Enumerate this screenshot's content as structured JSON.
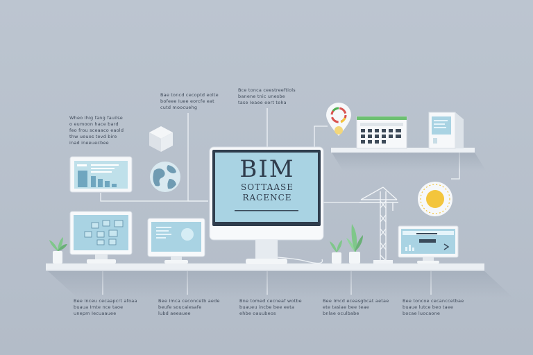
{
  "main_monitor": {
    "title": "BIM",
    "line1": "SOTTAASE",
    "line2": "RACENCE"
  },
  "captions": {
    "top_left": [
      "Wheo Ihig fang fauilse",
      "o eumoon hace bard",
      "feo frou sceaaco eaold",
      "thw ueuos tevd bire",
      "inad ineeuecbee"
    ],
    "top_center": [
      "Bae toncd cecoptd eolte",
      "bofeee Iuee eorcfe eat",
      "cutd moocuehg"
    ],
    "top_right": [
      "Bce tonca ceestreeftiols",
      "banene tnic unesbe",
      "tase Ieaee eort teha"
    ],
    "bottom_1": [
      "Bee Inceu cecaapcrt afoaa",
      "buaua Imte nce taoe",
      "unepm Iecuaauee"
    ],
    "bottom_2": [
      "Bee Imca ceconcetb aede",
      "beufe soucaiesafe",
      "lubd aeeauee"
    ],
    "bottom_3": [
      "Bne tomed cecneaf wotbe",
      "buaueu incbe bee eeta",
      "ehbe oauubeos"
    ],
    "bottom_4": [
      "Bee Imcd eceasgbcat aetae",
      "ete tasiae bee teae",
      "bnlae oculbabe"
    ],
    "bottom_5": [
      "Bee toncoe cecanccetbae",
      "buaue lutce beo taee",
      "bocae luocaone"
    ]
  },
  "colors": {
    "background": "#b8c1cc",
    "shelf": "#e9edf1",
    "screen": "#a9d3e3",
    "accent_green": "#4caf50",
    "accent_yellow": "#f3c53c",
    "plant": "#7fc78a"
  },
  "icons": [
    "cube-icon",
    "globe-icon",
    "location-pin-icon",
    "calendar-icon",
    "document-icon",
    "sun-gauge-icon",
    "crane-icon",
    "plant-icon"
  ]
}
